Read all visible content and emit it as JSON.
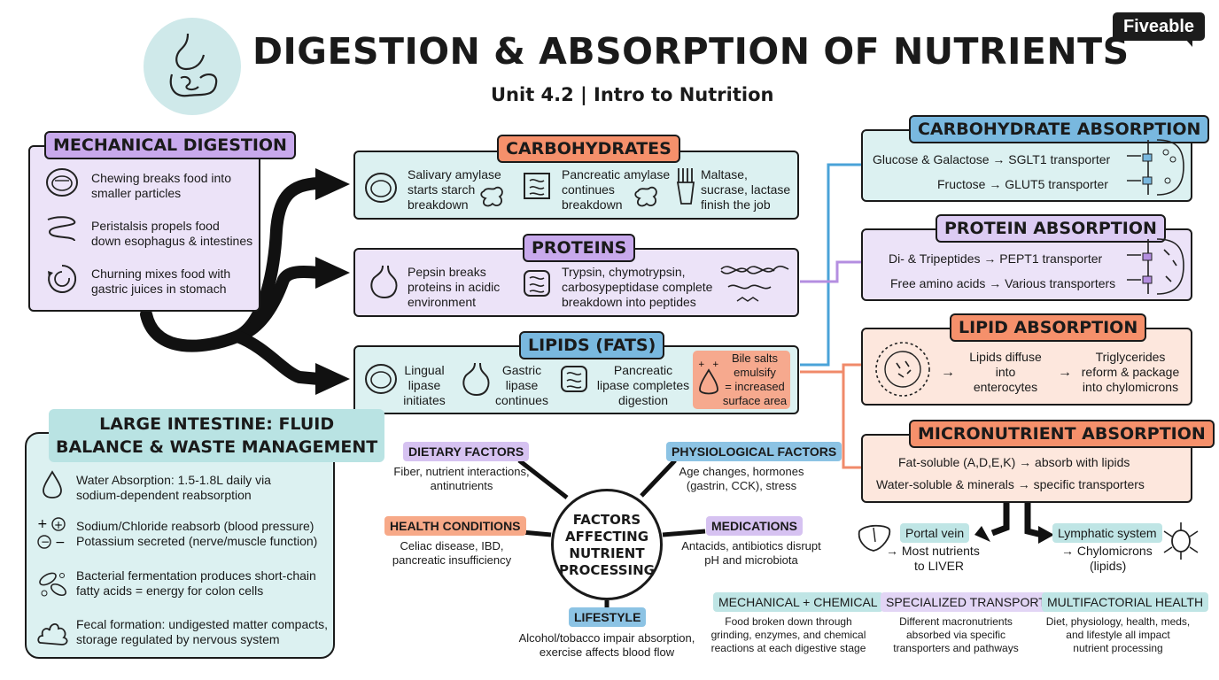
{
  "header": {
    "title": "DIGESTION & ABSORPTION OF NUTRIENTS",
    "subtitle": "Unit 4.2 | Intro to Nutrition",
    "brand": "Fiveable"
  },
  "mechanical": {
    "title": "MECHANICAL DIGESTION",
    "items": [
      {
        "icon": "mouth-icon",
        "line1": "Chewing breaks food into",
        "line2": "smaller particles"
      },
      {
        "icon": "intestine-icon",
        "line1": "Peristalsis propels food",
        "line2": "down esophagus & intestines"
      },
      {
        "icon": "churn-icon",
        "line1": "Churning mixes food with",
        "line2": "gastric juices in stomach"
      }
    ]
  },
  "carbs": {
    "title": "CARBOHYDRATES",
    "steps": [
      {
        "lines": [
          "Salivary amylase",
          "starts starch",
          "breakdown"
        ]
      },
      {
        "lines": [
          "Pancreatic amylase",
          "continues",
          "breakdown"
        ]
      },
      {
        "lines": [
          "Maltase,",
          "sucrase, lactase",
          "finish the job"
        ]
      }
    ]
  },
  "proteins": {
    "title": "PROTEINS",
    "steps": [
      {
        "lines": [
          "Pepsin breaks",
          "proteins in acidic",
          "environment"
        ]
      },
      {
        "lines": [
          "Trypsin, chymotrypsin,",
          "carbosypeptidase complete",
          "breakdown into peptides"
        ]
      }
    ]
  },
  "lipids": {
    "title": "LIPIDS (FATS)",
    "steps": [
      {
        "lines": [
          "Lingual",
          "lipase",
          "initiates"
        ]
      },
      {
        "lines": [
          "Gastric",
          "lipase",
          "continues"
        ]
      },
      {
        "lines": [
          "Pancreatic",
          "lipase completes",
          "digestion"
        ]
      },
      {
        "lines": [
          "Bile salts",
          "emulsify",
          "= increased",
          "surface area"
        ]
      }
    ]
  },
  "carb_abs": {
    "title": "CARBOHYDRATE ABSORPTION",
    "line1": "Glucose & Galactose → SGLT1 transporter",
    "line2": "Fructose → GLUT5 transporter"
  },
  "protein_abs": {
    "title": "PROTEIN ABSORPTION",
    "line1": "Di- & Tripeptides → PEPT1 transporter",
    "line2": "Free amino acids → Various transporters"
  },
  "lipid_abs": {
    "title": "LIPID ABSORPTION",
    "mid": [
      "Lipids diffuse",
      "into",
      "enterocytes"
    ],
    "right": [
      "Triglycerides",
      "reform & package",
      "into chylomicrons"
    ]
  },
  "micro_abs": {
    "title": "MICRONUTRIENT ABSORPTION",
    "line1": "Fat-soluble (A,D,E,K) → absorb with lipids",
    "line2": "Water-soluble & minerals → specific transporters"
  },
  "portal": {
    "title": "Portal vein",
    "lines": [
      "→ Most nutrients",
      "to LIVER"
    ]
  },
  "lymph": {
    "title": "Lymphatic system",
    "lines": [
      "→ Chylomicrons",
      "(lipids)"
    ]
  },
  "large_int": {
    "title1": "LARGE INTESTINE: FLUID",
    "title2": "BALANCE & WASTE MANAGEMENT",
    "items": [
      {
        "line1": "Water Absorption: 1.5-1.8L daily via",
        "line2": "sodium-dependent reabsorption"
      },
      {
        "line1": "Sodium/Chloride reabsorb (blood pressure)",
        "line2": "Potassium secreted (nerve/muscle function)"
      },
      {
        "line1": "Bacterial fermentation produces short-chain",
        "line2": "fatty acids = energy for colon cells"
      },
      {
        "line1": "Fecal formation: undigested matter compacts,",
        "line2": "storage regulated by nervous system"
      }
    ]
  },
  "factors": {
    "hub": [
      "FACTORS",
      "AFFECTING",
      "NUTRIENT",
      "PROCESSING"
    ],
    "dietary": {
      "label": "DIETARY FACTORS",
      "lines": [
        "Fiber, nutrient interactions,",
        "antinutrients"
      ]
    },
    "physiological": {
      "label": "PHYSIOLOGICAL FACTORS",
      "lines": [
        "Age changes, hormones",
        "(gastrin, CCK), stress"
      ]
    },
    "health": {
      "label": "HEALTH CONDITIONS",
      "lines": [
        "Celiac disease, IBD,",
        "pancreatic insufficiency"
      ]
    },
    "medications": {
      "label": "MEDICATIONS",
      "lines": [
        "Antacids, antibiotics disrupt",
        "pH and microbiota"
      ]
    },
    "lifestyle": {
      "label": "LIFESTYLE",
      "lines": [
        "Alcohol/tobacco impair absorption,",
        "exercise affects blood flow"
      ]
    }
  },
  "summary": [
    {
      "label": "MECHANICAL + CHEMICAL",
      "lines": [
        "Food broken down through",
        "grinding, enzymes, and chemical",
        "reactions at each digestive stage"
      ]
    },
    {
      "label": "SPECIALIZED TRANSPORT",
      "lines": [
        "Different macronutrients",
        "absorbed via specific",
        "transporters and pathways"
      ]
    },
    {
      "label": "MULTIFACTORIAL HEALTH",
      "lines": [
        "Diet, physiology, health, meds,",
        "and lifestyle all impact",
        "nutrient processing"
      ]
    }
  ],
  "colors": {
    "purple_panel": "#ece3f8",
    "teal_panel": "#dcf1f1",
    "peach_panel": "#fde7dd",
    "blue_wire": "#4aa3d8",
    "purple_wire": "#b48ee0",
    "orange_wire": "#f08a6a"
  }
}
